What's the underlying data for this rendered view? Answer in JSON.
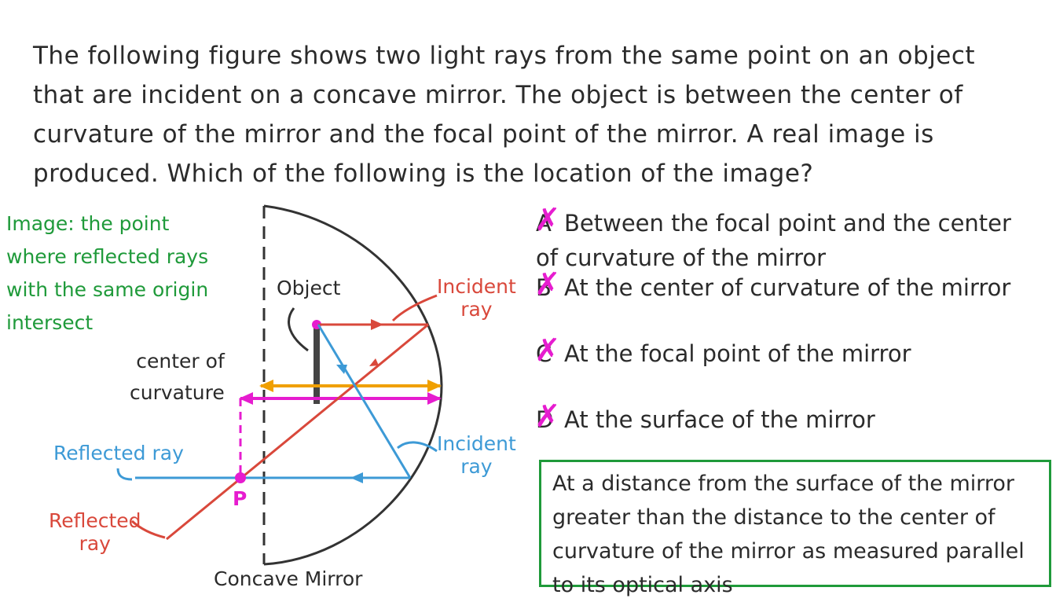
{
  "question": "The following figure shows two light rays from the same point on an object that are incident on a concave mirror. The object is between the center of curvature of the mirror and the focal point of the mirror. A real image is produced. Which of the following is the location of the image?",
  "diagram": {
    "note": "Image: the point\nwhere reflected rays\nwith the same origin\nintersect",
    "object_label": "Object",
    "incident_ray_top": "Incident\nray",
    "center_of_curvature": "center of\ncurvature",
    "reflected_ray_blue": "Reflected ray",
    "incident_ray_bottom": "Incident\nray",
    "reflected_ray_red": "Reflected\nray",
    "point_label": "P",
    "mirror_label": "Concave Mirror"
  },
  "options": [
    {
      "letter": "A",
      "text": "Between the focal point and the center\nof curvature of the mirror",
      "crossed": true
    },
    {
      "letter": "B",
      "text": "At  the center of curvature of the mirror",
      "crossed": true
    },
    {
      "letter": "C",
      "text": "At  the focal point of the mirror",
      "crossed": true
    },
    {
      "letter": "D",
      "text": "At  the surface of the mirror",
      "crossed": true
    }
  ],
  "answer": "At a distance from the surface of the mirror greater than the distance to the center of curvature of the mirror as measured parallel to its optical axis",
  "colors": {
    "note": "#1f9a3a",
    "red_ray": "#d9483b",
    "blue_ray": "#3d9ad6",
    "magenta": "#e61ccf",
    "orange_axis": "#f0a000",
    "answer_border": "#1f9a3a"
  },
  "icons": {
    "cross": "✗"
  }
}
